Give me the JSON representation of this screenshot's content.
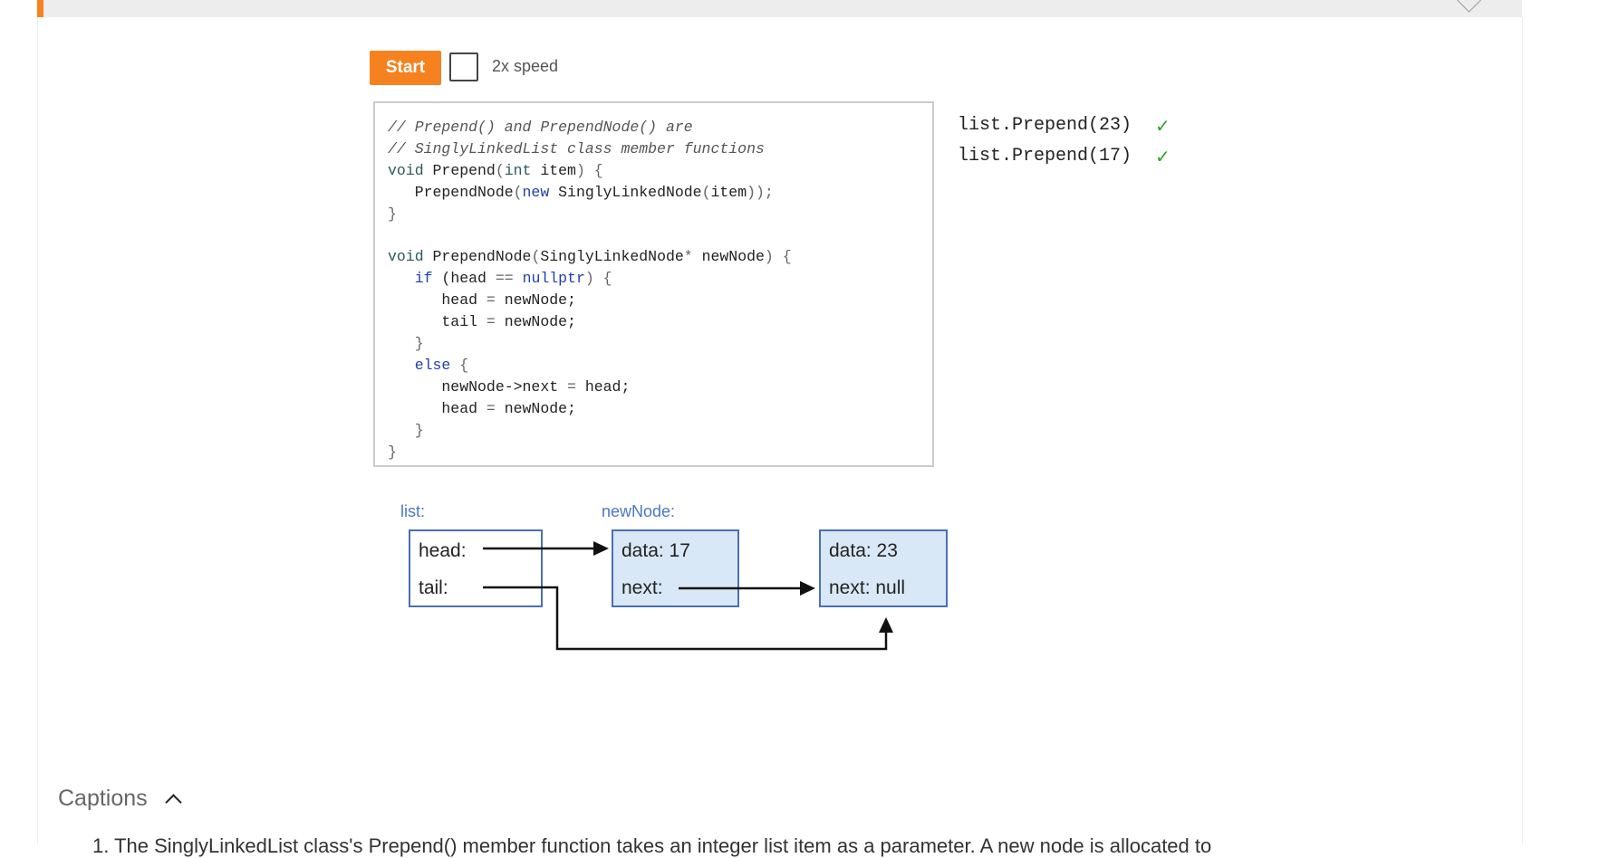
{
  "controls": {
    "start_label": "Start",
    "speed_label": "2x speed",
    "speed_checked": false
  },
  "code_lines": [
    [
      [
        "// Prepend() and PrependNode() are",
        "c"
      ]
    ],
    [
      [
        "// SinglyLinkedList class member functions",
        "c"
      ]
    ],
    [
      [
        "void",
        "k"
      ],
      [
        " Prepend",
        "n"
      ],
      [
        "(",
        "p"
      ],
      [
        "int",
        "k"
      ],
      [
        " item",
        "n"
      ],
      [
        ") {",
        "p"
      ]
    ],
    [
      [
        "   PrependNode",
        "n"
      ],
      [
        "(",
        "p"
      ],
      [
        "new",
        "b"
      ],
      [
        " SinglyLinkedNode",
        "n"
      ],
      [
        "(",
        "p"
      ],
      [
        "item",
        "n"
      ],
      [
        "));",
        "p"
      ]
    ],
    [
      [
        "}",
        "p"
      ]
    ],
    [
      [
        "",
        ""
      ]
    ],
    [
      [
        "void",
        "k"
      ],
      [
        " PrependNode",
        "n"
      ],
      [
        "(",
        "p"
      ],
      [
        "SinglyLinkedNode",
        "n"
      ],
      [
        "* ",
        "p"
      ],
      [
        "newNode",
        "n"
      ],
      [
        ") {",
        "p"
      ]
    ],
    [
      [
        "   ",
        "n"
      ],
      [
        "if",
        "b"
      ],
      [
        " (head ",
        "n"
      ],
      [
        "==",
        "p"
      ],
      [
        " ",
        "n"
      ],
      [
        "nullptr",
        "b"
      ],
      [
        ") {",
        "p"
      ]
    ],
    [
      [
        "      head ",
        "n"
      ],
      [
        "=",
        "p"
      ],
      [
        " newNode;",
        "n"
      ]
    ],
    [
      [
        "      tail ",
        "n"
      ],
      [
        "=",
        "p"
      ],
      [
        " newNode;",
        "n"
      ]
    ],
    [
      [
        "   }",
        "p"
      ]
    ],
    [
      [
        "   ",
        "n"
      ],
      [
        "else",
        "b"
      ],
      [
        " {",
        "p"
      ]
    ],
    [
      [
        "      newNode->next ",
        "n"
      ],
      [
        "=",
        "p"
      ],
      [
        " head;",
        "n"
      ]
    ],
    [
      [
        "      head ",
        "n"
      ],
      [
        "=",
        "p"
      ],
      [
        " newNode;",
        "n"
      ]
    ],
    [
      [
        "   }",
        "p"
      ]
    ],
    [
      [
        "}",
        "p"
      ]
    ]
  ],
  "calls": [
    {
      "text": "list.Prepend(23)",
      "done": "✓"
    },
    {
      "text": "list.Prepend(17)",
      "done": "✓"
    }
  ],
  "diagram": {
    "list_label": "list:",
    "head_label": "head:",
    "tail_label": "tail:",
    "newnode_label": "newNode:",
    "node1": {
      "data": "data: 17",
      "next": "next:"
    },
    "node2": {
      "data": "data: 23",
      "next": "next: null"
    }
  },
  "captions": {
    "title": "Captions",
    "item1": "1. The SinglyLinkedList class's Prepend() member function takes an integer list item as a parameter. A new node is allocated to"
  },
  "colors": {
    "accent": "#f5821f",
    "node_fill": "#d9e8f7",
    "node_border": "#4a6fb5",
    "check": "#2aa52a"
  }
}
